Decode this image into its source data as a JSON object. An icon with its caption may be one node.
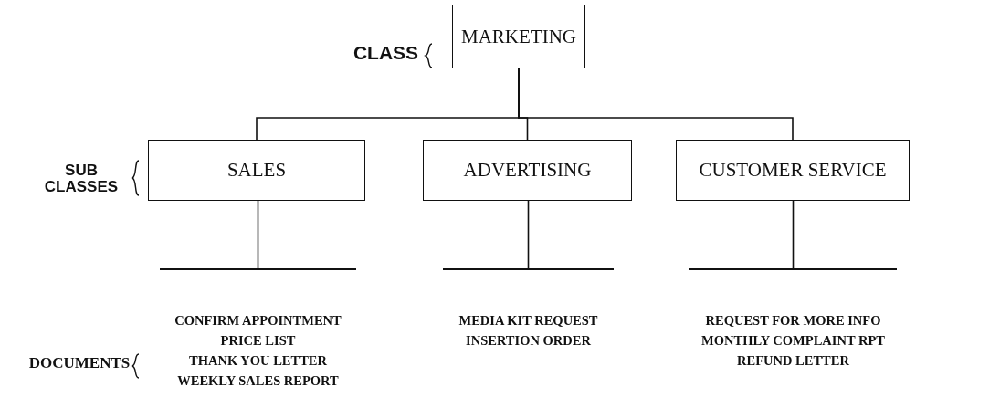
{
  "diagram": {
    "nodes": [
      {
        "text": [
          "MARKETING"
        ]
      },
      {
        "text": [
          "SALES"
        ]
      },
      {
        "text": [
          "ADVERTISING"
        ]
      },
      {
        "text": [
          "CUSTOMER SERVICE"
        ]
      },
      {
        "text": [],
        "shape": "bar",
        "beside": [
          "CONFIRM APPOINTMENT",
          "PRICE LIST",
          "THANK YOU LETTER",
          "WEEKLY SALES REPORT"
        ]
      },
      {
        "text": [],
        "shape": "bar",
        "beside": [
          "MEDIA KIT REQUEST",
          "INSERTION ORDER"
        ]
      },
      {
        "text": [],
        "shape": "bar",
        "beside": [
          "REQUEST FOR MORE INFO",
          "MONTHLY COMPLAINT RPT",
          "REFUND LETTER"
        ]
      }
    ],
    "edges": [
      {
        "from": 0,
        "to": 1,
        "arrow": "none"
      },
      {
        "from": 0,
        "to": 2,
        "arrow": "none"
      },
      {
        "from": 0,
        "to": 3,
        "arrow": "none"
      },
      {
        "from": 1,
        "to": 4,
        "arrow": "none"
      },
      {
        "from": 2,
        "to": 5,
        "arrow": "none"
      },
      {
        "from": 3,
        "to": 6,
        "arrow": "none"
      }
    ],
    "labels": [
      "CLASS",
      "SUB CLASSES",
      "DOCUMENTS"
    ]
  }
}
